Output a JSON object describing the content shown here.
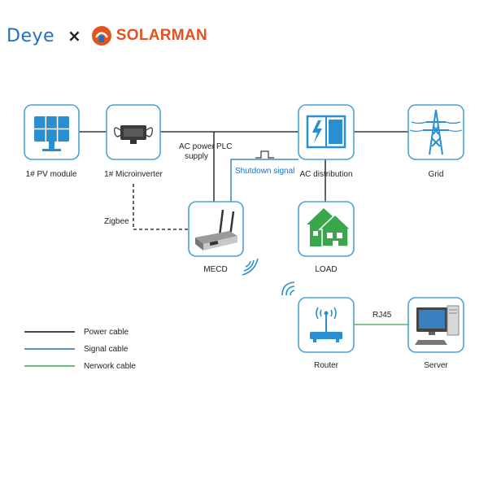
{
  "brand": {
    "left_logo": "Deye",
    "separator": "×",
    "right_logo": "SOLARMAN"
  },
  "nodes": {
    "pv_module": "1# PV module",
    "microinverter": "1# Microinverter",
    "ac_distribution": "AC distribution",
    "grid": "Grid",
    "mecd": "MECD",
    "load": "LOAD",
    "router": "Router",
    "server": "Server"
  },
  "edge_labels": {
    "ac_power_supply_line1": "AC power",
    "ac_power_supply_line2": "supply",
    "plc": "PLC",
    "shutdown_signal": "Shutdown signal",
    "zigbee": "Zigbee",
    "rj45": "RJ45"
  },
  "legend": [
    {
      "label": "Power cable",
      "color": "#111111"
    },
    {
      "label": "Signal cable",
      "color": "#1d6fb8"
    },
    {
      "label": "Nerwork cable",
      "color": "#3aa84a"
    }
  ],
  "colors": {
    "box_border": "#4aa3d6",
    "icon_blue": "#2a8fd0",
    "load_green": "#3aa84a"
  }
}
